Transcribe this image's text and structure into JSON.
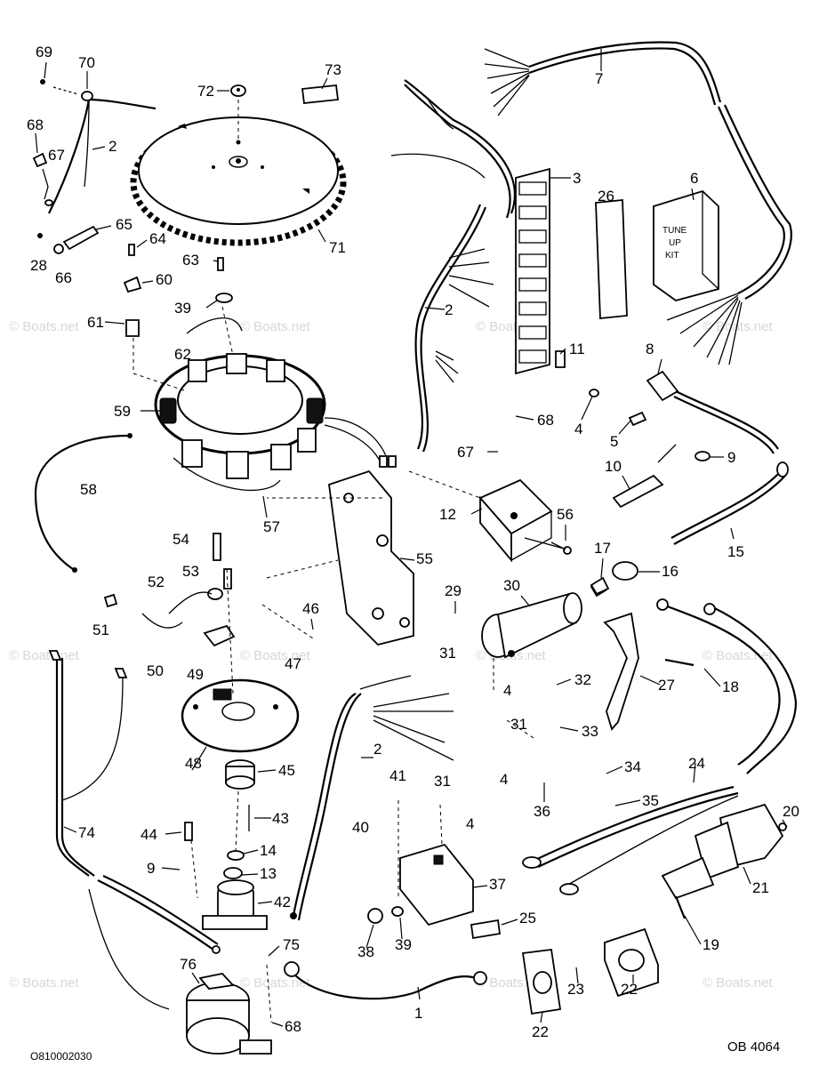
{
  "watermark": "© Boats.net",
  "drawing_code_left": "O810002030",
  "drawing_code_right": "OB 4064",
  "tune_up_kit": {
    "line1": "TUNE",
    "line2": "UP",
    "line3": "KIT"
  },
  "callouts": {
    "c1": "1",
    "c2": "2",
    "c3": "3",
    "c4": "4",
    "c5": "5",
    "c6": "6",
    "c7": "7",
    "c8": "8",
    "c9": "9",
    "c10": "10",
    "c11": "11",
    "c12": "12",
    "c13": "13",
    "c14": "14",
    "c15": "15",
    "c16": "16",
    "c17": "17",
    "c18": "18",
    "c19": "19",
    "c20": "20",
    "c21": "21",
    "c22": "22",
    "c23": "23",
    "c24": "24",
    "c25": "25",
    "c26": "26",
    "c27": "27",
    "c28": "28",
    "c29": "29",
    "c30": "30",
    "c31": "31",
    "c32": "32",
    "c33": "33",
    "c34": "34",
    "c35": "35",
    "c36": "36",
    "c37": "37",
    "c38": "38",
    "c39": "39",
    "c40": "40",
    "c41": "41",
    "c42": "42",
    "c43": "43",
    "c44": "44",
    "c45": "45",
    "c46": "46",
    "c47": "47",
    "c48": "48",
    "c49": "49",
    "c50": "50",
    "c51": "51",
    "c52": "52",
    "c53": "53",
    "c54": "54",
    "c55": "55",
    "c56": "56",
    "c57": "57",
    "c58": "58",
    "c59": "59",
    "c60": "60",
    "c61": "61",
    "c62": "62",
    "c63": "63",
    "c64": "64",
    "c65": "65",
    "c66": "66",
    "c67": "67",
    "c68": "68",
    "c69": "69",
    "c70": "70",
    "c71": "71",
    "c72": "72",
    "c73": "73",
    "c74": "74",
    "c75": "75",
    "c76": "76"
  }
}
